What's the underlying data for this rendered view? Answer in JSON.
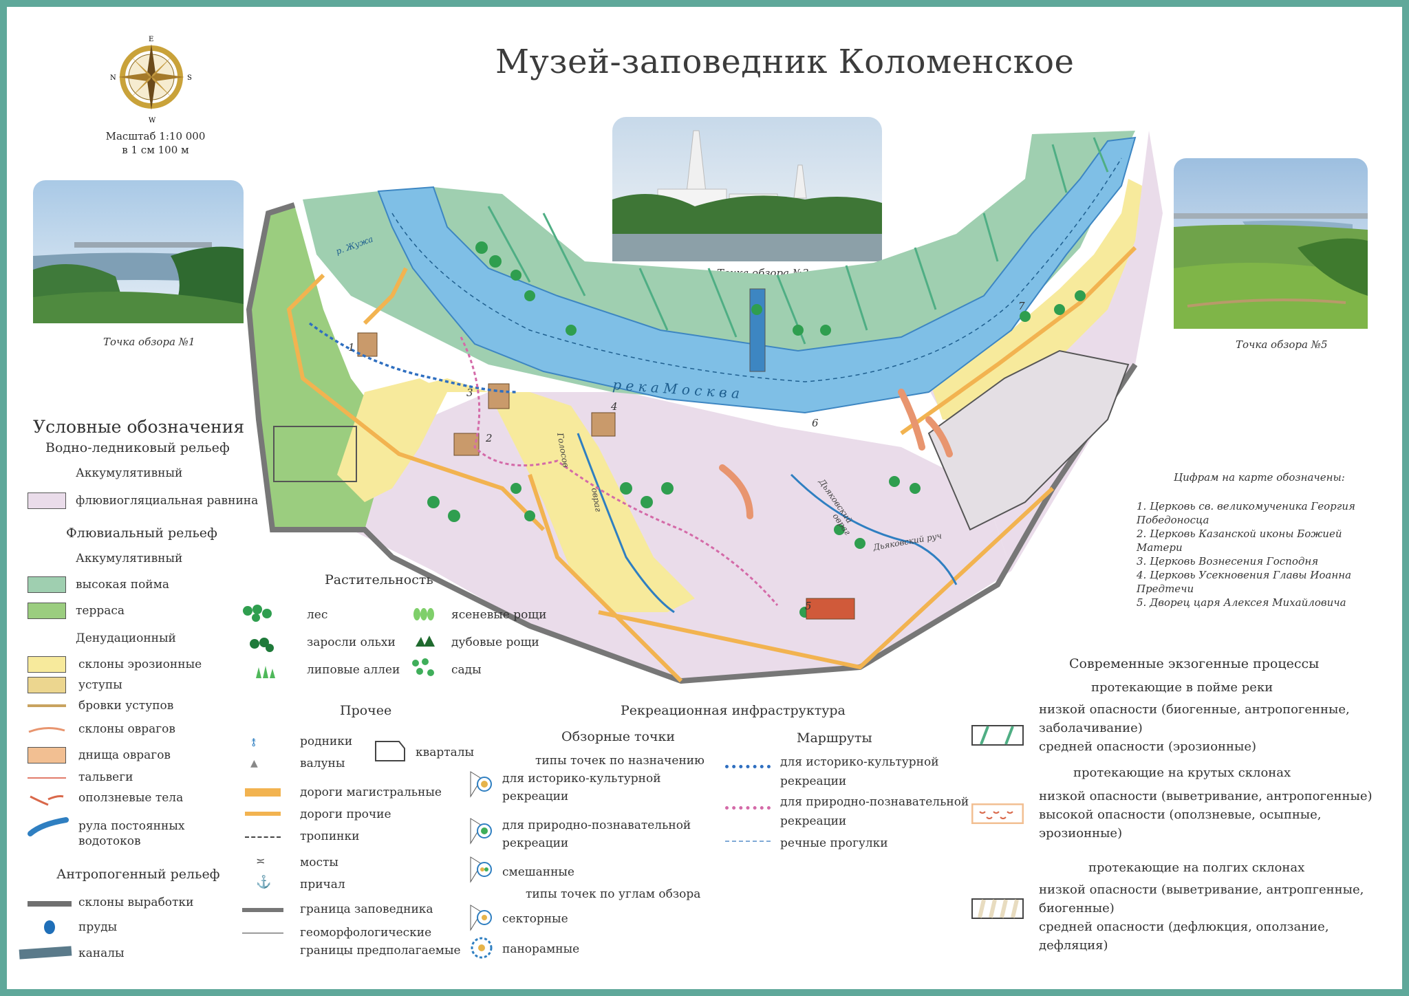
{
  "title": "Музей-заповедник Коломенское",
  "compass": {
    "n": "E",
    "s": "W",
    "e": "S",
    "w": "N"
  },
  "scale": {
    "line1": "Масштаб 1:10 000",
    "line2": "в 1 см 100 м"
  },
  "photos": [
    {
      "caption": "Точка обзора №1"
    },
    {
      "caption": "Точка обзора №3"
    },
    {
      "caption": "Точка обзора №5"
    }
  ],
  "map_labels": {
    "river": "р е к а   М о с к в а",
    "zhuzha": "р. Жужа",
    "ravine1": "Голосов",
    "ravine2": "овраг",
    "ravine3": "Дьяковский",
    "ravine4": "овраг",
    "stream": "Дьяковский руч",
    "points": [
      "1",
      "2",
      "3",
      "4",
      "5",
      "6",
      "7"
    ]
  },
  "legend": {
    "title": "Условные обозначения",
    "glacial": "Водно-ледниковый рельеф",
    "glacial_acc": "Аккумулятивный",
    "glacial_items": [
      {
        "label": "флювиогляциальная равнина",
        "color": "#eadcea"
      }
    ],
    "fluvial": "Флювиальный рельеф",
    "fluvial_acc": "Аккумулятивный",
    "fluvial_items": [
      {
        "label": "высокая пойма",
        "color": "#9fcfb0"
      },
      {
        "label": "терраса",
        "color": "#9bcd7f"
      }
    ],
    "denud": "Денудационный",
    "denud_items": [
      {
        "label": "склоны эрозионные",
        "color": "#f7ea9c"
      },
      {
        "label": "уступы",
        "color": "#ecd68f"
      },
      {
        "label": "бровки уступов",
        "color": "#c8a35f"
      },
      {
        "label": "склоны оврагов",
        "color": "#e8956f"
      },
      {
        "label": "днища оврагов",
        "color": "#f2bf92"
      },
      {
        "label": "тальвеги",
        "color": "#e27b6a"
      },
      {
        "label": "оползневые тела",
        "color": "#d9684a"
      },
      {
        "label": "рула постоянных водотоков",
        "color": "#2f7fc1"
      }
    ],
    "anthro": "Антропогенный рельеф",
    "anthro_items": [
      {
        "label": "склоны выработки",
        "color": "#707070"
      },
      {
        "label": "пруды",
        "color": "#1f6fb8"
      },
      {
        "label": "каналы",
        "color": "#5a7a8a"
      }
    ]
  },
  "vegetation": {
    "title": "Растительность",
    "items": [
      "лес",
      "заросли ольхи",
      "липовые аллеи",
      "ясеневые рощи",
      "дубовые рощи",
      "сады"
    ]
  },
  "other": {
    "title": "Прочее",
    "items": [
      "родники",
      "валуны",
      "кварталы",
      "дороги магистральные",
      "дороги прочие",
      "тропинки",
      "мосты",
      "причал",
      "граница заповедника",
      "геоморфологические",
      "границы предполагаемые"
    ]
  },
  "recreation": {
    "title": "Рекреационная инфраструктура",
    "viewpoints_title": "Обзорные точки",
    "purpose_title": "типы точек по назначению",
    "purpose": [
      {
        "line1": "для историко-культурной",
        "line2": "рекреации"
      },
      {
        "line1": "для природно-познавательной",
        "line2": "рекреации"
      },
      {
        "line1": "смешанные",
        "line2": ""
      }
    ],
    "angle_title": "типы точек по углам обзора",
    "angle": [
      "секторные",
      "панорамные"
    ],
    "routes_title": "Маршруты",
    "routes": [
      {
        "line1": "для историко-культурной",
        "line2": "рекреации",
        "color": "#2f6fc0"
      },
      {
        "line1": "для природно-познавательной",
        "line2": "рекреации",
        "color": "#d46aa8"
      },
      {
        "line1": "речные прогулки",
        "line2": "",
        "color": "#7fa9d6"
      }
    ]
  },
  "numbers": {
    "title": "Цифрам на карте обозначены:",
    "items": [
      "1. Церковь св. великомученика Георгия",
      "Победоносца",
      "2. Церковь Казанской иконы Божией",
      "Матери",
      "3. Церковь Вознесения Господня",
      "4. Церковь Усекновения Главы Иоанна",
      "Предтечи",
      "5. Дворец царя Алексея Михайловича"
    ]
  },
  "processes": {
    "title": "Современные экзогенные процессы",
    "floodplain": "протекающие  в пойме реки",
    "floodplain_items": [
      "низкой опасности (биогенные, антропогенные,",
      "заболачивание)",
      "средней опасности (эрозионные)"
    ],
    "steep": "протекающие на крутых склонах",
    "steep_items": [
      "низкой опасности (выветривание, антропогенные)",
      "высокой опасности (оползневые, осыпные,",
      "эрозионные)"
    ],
    "gentle": "протекающие на полгих склонах",
    "gentle_items": [
      "низкой опасности (выветривание, антропгенные,",
      "биогенные)",
      "средней опасности (дефлюкция, оползание,",
      "дефляция)"
    ]
  }
}
